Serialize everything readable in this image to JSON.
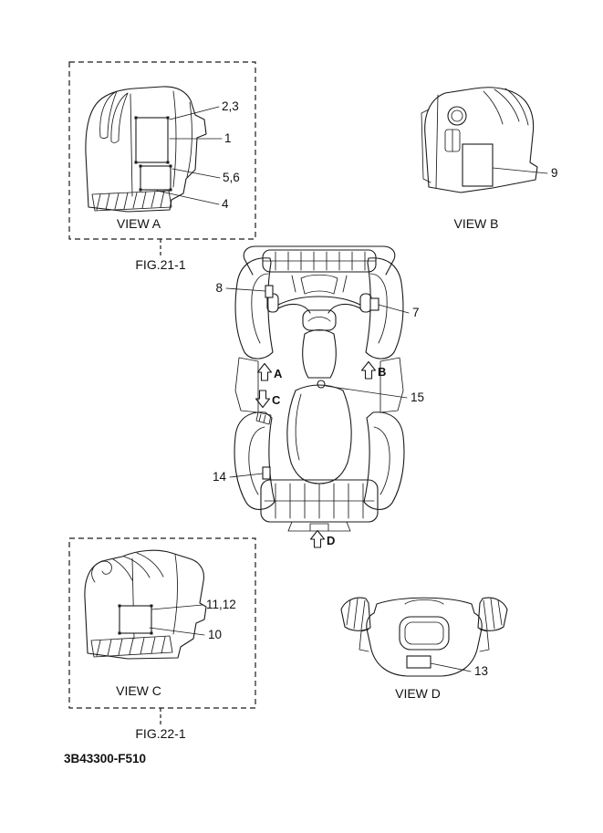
{
  "page": {
    "footer_code": "3B43300-F510"
  },
  "view_a": {
    "title": "VIEW A",
    "fig_ref": "FIG.21-1",
    "callouts": {
      "c23": "2,3",
      "c1": "1",
      "c56": "5,6",
      "c4": "4"
    }
  },
  "view_b": {
    "title": "VIEW B",
    "callouts": {
      "c9": "9"
    }
  },
  "main_view": {
    "callouts": {
      "c8": "8",
      "c7": "7",
      "c15": "15",
      "c14": "14"
    },
    "arrows": {
      "a": "A",
      "b": "B",
      "c": "C",
      "d": "D"
    }
  },
  "view_c": {
    "title": "VIEW C",
    "fig_ref": "FIG.22-1",
    "callouts": {
      "c1112": "11,12",
      "c10": "10"
    }
  },
  "view_d": {
    "title": "VIEW D",
    "callouts": {
      "c13": "13"
    }
  }
}
